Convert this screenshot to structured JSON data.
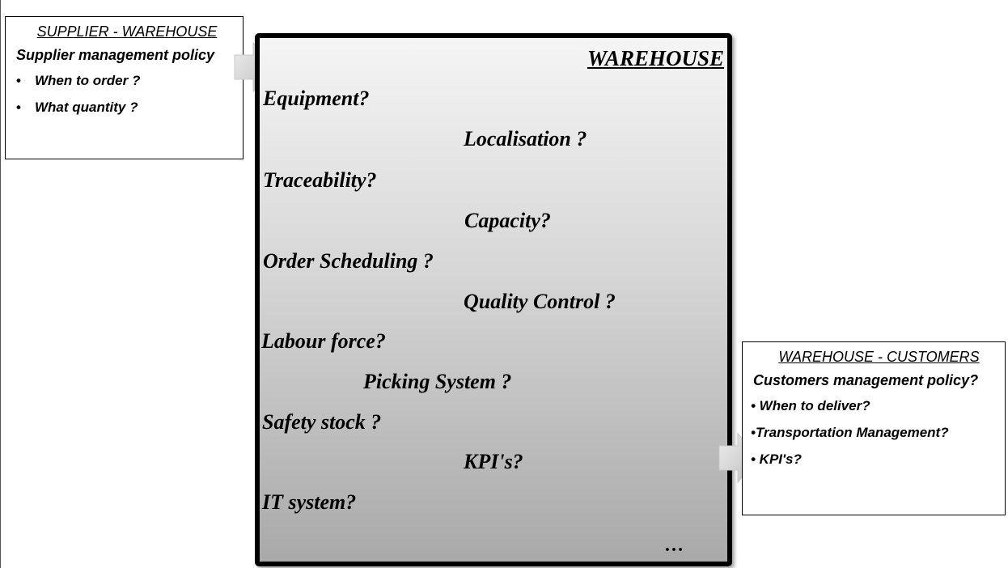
{
  "supplier": {
    "title": "SUPPLIER - WAREHOUSE",
    "policy": "Supplier management policy",
    "bullets": [
      "When to order ?",
      "What quantity ?"
    ]
  },
  "warehouse": {
    "title": "WAREHOUSE",
    "items": {
      "equipment": "Equipment?",
      "localisation": "Localisation ?",
      "traceability": "Traceability?",
      "capacity": "Capacity?",
      "order_scheduling": "Order Scheduling ?",
      "quality_control": "Quality Control ?",
      "labour_force": "Labour force?",
      "picking_system": "Picking System ?",
      "safety_stock": "Safety stock ?",
      "kpis": "KPI's?",
      "it_system": "IT system?"
    },
    "ellipsis": "…"
  },
  "customers": {
    "title": "WAREHOUSE - CUSTOMERS",
    "policy": "Customers management policy?",
    "bullets": [
      "• When to deliver?",
      "•Transportation Management?",
      "• KPI's?"
    ]
  },
  "colors": {
    "warehouse_gradient_top": "#f5f5f5",
    "warehouse_gradient_bottom": "#a9a9a9",
    "arrow_fill": "#d9d9d9"
  }
}
